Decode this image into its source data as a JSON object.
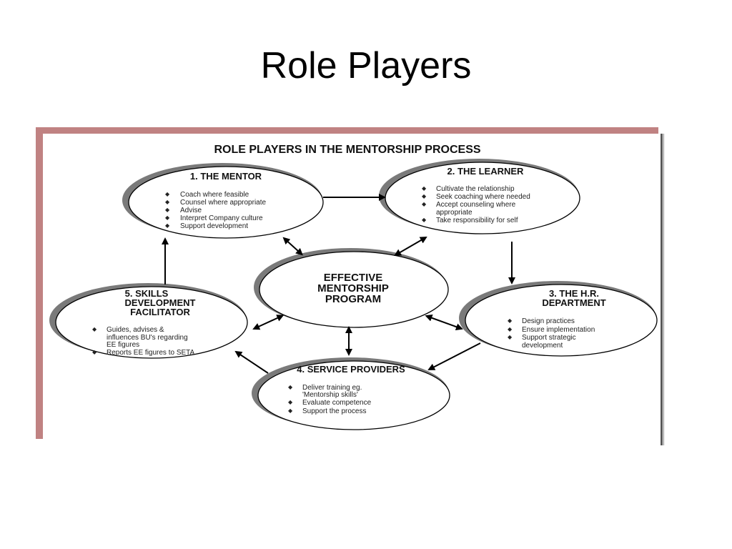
{
  "slide": {
    "title": "Role Players"
  },
  "diagram": {
    "title": "ROLE PLAYERS IN THE MENTORSHIP PROCESS",
    "center": {
      "lines": [
        "EFFECTIVE",
        "MENTORSHIP",
        "PROGRAM"
      ]
    },
    "mentor": {
      "title": "1.  THE MENTOR",
      "items": [
        "Coach where feasible",
        "Counsel where appropriate",
        "Advise",
        "Interpret Company culture",
        "Support development"
      ]
    },
    "learner": {
      "title": "2.  THE LEARNER",
      "items": [
        "Cultivate the relationship",
        "Seek coaching where needed",
        "Accept counseling where",
        "appropriate",
        "Take responsibility for self"
      ]
    },
    "hr": {
      "title_lines": [
        "3.  THE H.R.",
        "DEPARTMENT"
      ],
      "items": [
        "Design practices",
        "Ensure implementation",
        "Support strategic",
        "development"
      ]
    },
    "service": {
      "title": "4.  SERVICE PROVIDERS",
      "items": [
        "Deliver training eg.",
        "'Mentorship skills'",
        "Evaluate competence",
        "Support the process"
      ]
    },
    "skills": {
      "title_lines": [
        "5.  SKILLS",
        "DEVELOPMENT",
        "FACILITATOR"
      ],
      "items": [
        "Guides, advises &",
        "influences BU's regarding",
        "EE figures",
        "Reports EE figures to SETA"
      ]
    },
    "bullet": "◆"
  }
}
